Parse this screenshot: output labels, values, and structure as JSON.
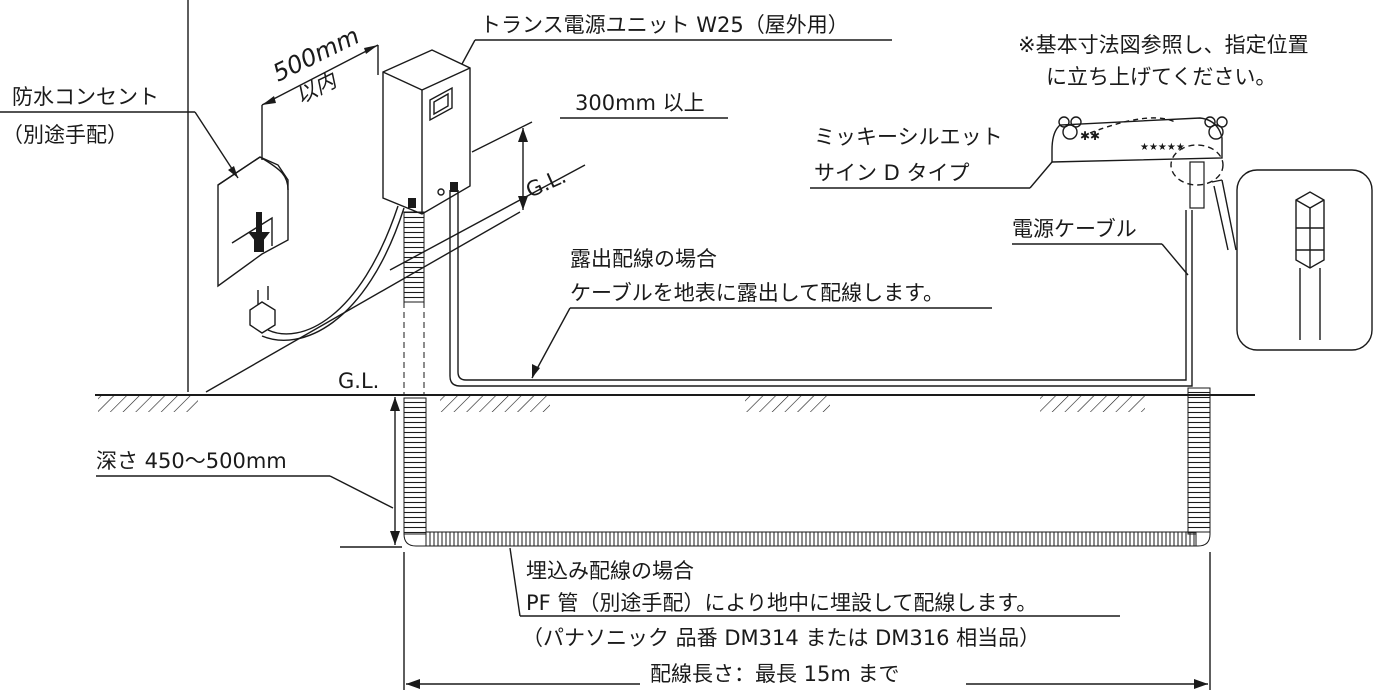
{
  "labels": {
    "waterproof_outlet": "防水コンセント",
    "separate_supply": "（別途手配）",
    "distance": "500mm",
    "distance_within": "以内",
    "transformer_unit": "トランス電源ユニット W25（屋外用）",
    "min_height": "300mm 以上",
    "gl_upper": "G.L.",
    "gl_ground": "G.L.",
    "note_line1": "※基本寸法図参照し、指定位置",
    "note_line2": "に立ち上げてください。",
    "sign_line1": "ミッキーシルエット",
    "sign_line2": "サイン D タイプ",
    "power_cable": "電源ケーブル",
    "exposed_title": "露出配線の場合",
    "exposed_desc": "ケーブルを地表に露出して配線します。",
    "depth": "深さ 450〜500mm",
    "buried_title": "埋込み配線の場合",
    "buried_desc": "PF 管（別途手配）により地中に埋設して配線します。",
    "buried_product": "（パナソニック 品番 DM314 または DM316 相当品）",
    "max_length": "配線長さ：最長 15m まで"
  },
  "colors": {
    "ink": "#1a1a1a",
    "background": "#ffffff"
  }
}
